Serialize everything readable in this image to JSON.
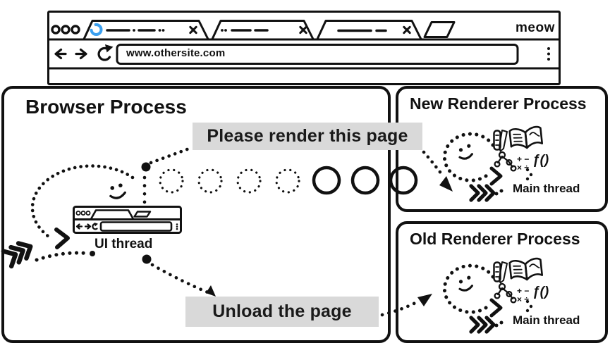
{
  "browser_window": {
    "url": "www.othersite.com",
    "brand": "meow",
    "tab_count": 3,
    "active_tab_state": "loading"
  },
  "process_boxes": {
    "browser_process": {
      "title": "Browser Process",
      "ui_thread": "UI thread"
    },
    "new_renderer": {
      "title": "New Renderer Process",
      "main_thread": "Main thread"
    },
    "old_renderer": {
      "title": "Old Renderer Process",
      "main_thread": "Main thread"
    }
  },
  "messages": {
    "render_page": "Please render this page",
    "unload_page": "Unload the page"
  },
  "icon_text": {
    "fn": "ƒ()",
    "math_top": "+ −",
    "math_bottom": "× ÷"
  },
  "loading_frames": {
    "dotted_circles": 4,
    "solid_circles": 3
  },
  "colors": {
    "ink": "#111111",
    "label_bg": "#d9d9d9",
    "spinner_blue": "#3ba0f0",
    "spinner_gray": "#c4c4c4"
  }
}
